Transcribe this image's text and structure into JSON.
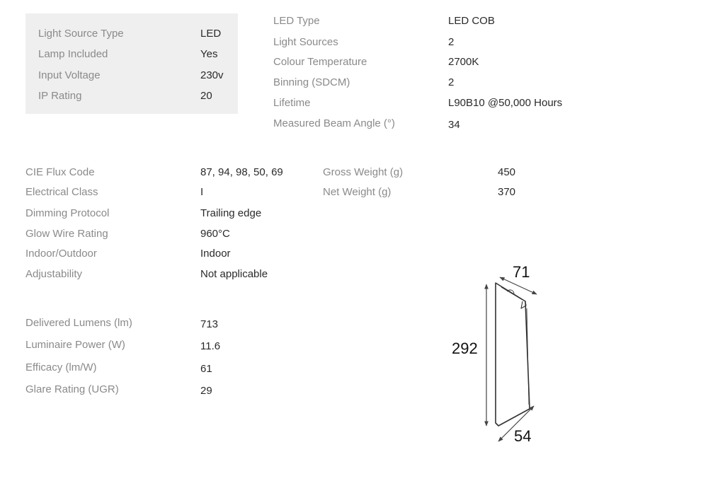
{
  "light_source_box": [
    {
      "label": "Light Source Type",
      "value": "LED"
    },
    {
      "label": "Lamp Included",
      "value": "Yes"
    },
    {
      "label": "Input Voltage",
      "value": "230v"
    },
    {
      "label": "IP Rating",
      "value": "20"
    }
  ],
  "led_specs": [
    {
      "label": "LED Type",
      "value": "LED COB"
    },
    {
      "label": "Light Sources",
      "value": "2"
    },
    {
      "label": "Colour Temperature",
      "value": "2700K"
    },
    {
      "label": "Binning (SDCM)",
      "value": "2"
    },
    {
      "label": "Lifetime",
      "value": "L90B10 @50,000 Hours"
    },
    {
      "label": "Measured Beam Angle (°)",
      "value": "34"
    }
  ],
  "electrical_specs": [
    {
      "label": "CIE Flux Code",
      "value": "87, 94, 98, 50, 69"
    },
    {
      "label": "Electrical Class",
      "value": "I"
    },
    {
      "label": "Dimming Protocol",
      "value": "Trailing edge"
    },
    {
      "label": "Glow Wire Rating",
      "value": "960°C"
    },
    {
      "label": "Indoor/Outdoor",
      "value": "Indoor"
    },
    {
      "label": "Adjustability",
      "value": "Not applicable"
    }
  ],
  "weight_specs": [
    {
      "label": "Gross Weight (g)",
      "value": "450"
    },
    {
      "label": "Net Weight (g)",
      "value": "370"
    }
  ],
  "performance_specs": [
    {
      "label": "Delivered Lumens (lm)",
      "value": "713"
    },
    {
      "label": "Luminaire Power (W)",
      "value": "11.6"
    },
    {
      "label": "Efficacy (lm/W)",
      "value": "61"
    },
    {
      "label": "Glare Rating (UGR)",
      "value": "29"
    }
  ],
  "dimensions": {
    "width": "71",
    "height": "292",
    "depth": "54"
  }
}
